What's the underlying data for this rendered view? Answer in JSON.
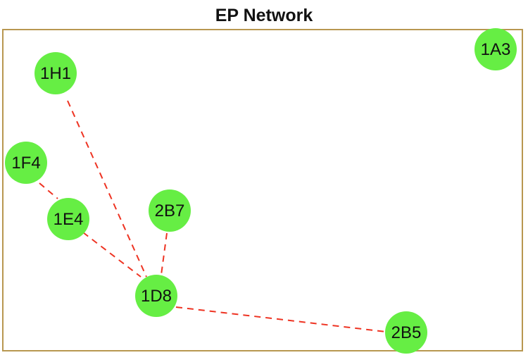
{
  "title": "EP Network",
  "colors": {
    "node_fill": "#66ee44",
    "edge_stroke": "#ee3322",
    "frame_border": "#b89750"
  },
  "nodes": [
    {
      "id": "1A3",
      "label": "1A3"
    },
    {
      "id": "1H1",
      "label": "1H1"
    },
    {
      "id": "1F4",
      "label": "1F4"
    },
    {
      "id": "1E4",
      "label": "1E4"
    },
    {
      "id": "2B7",
      "label": "2B7"
    },
    {
      "id": "1D8",
      "label": "1D8"
    },
    {
      "id": "2B5",
      "label": "2B5"
    }
  ],
  "edges": [
    {
      "source": "1H1",
      "target": "1D8",
      "style": "dashed"
    },
    {
      "source": "1F4",
      "target": "1E4",
      "style": "dashed"
    },
    {
      "source": "1E4",
      "target": "1D8",
      "style": "dashed"
    },
    {
      "source": "2B7",
      "target": "1D8",
      "style": "dashed"
    },
    {
      "source": "1D8",
      "target": "2B5",
      "style": "dashed"
    }
  ]
}
